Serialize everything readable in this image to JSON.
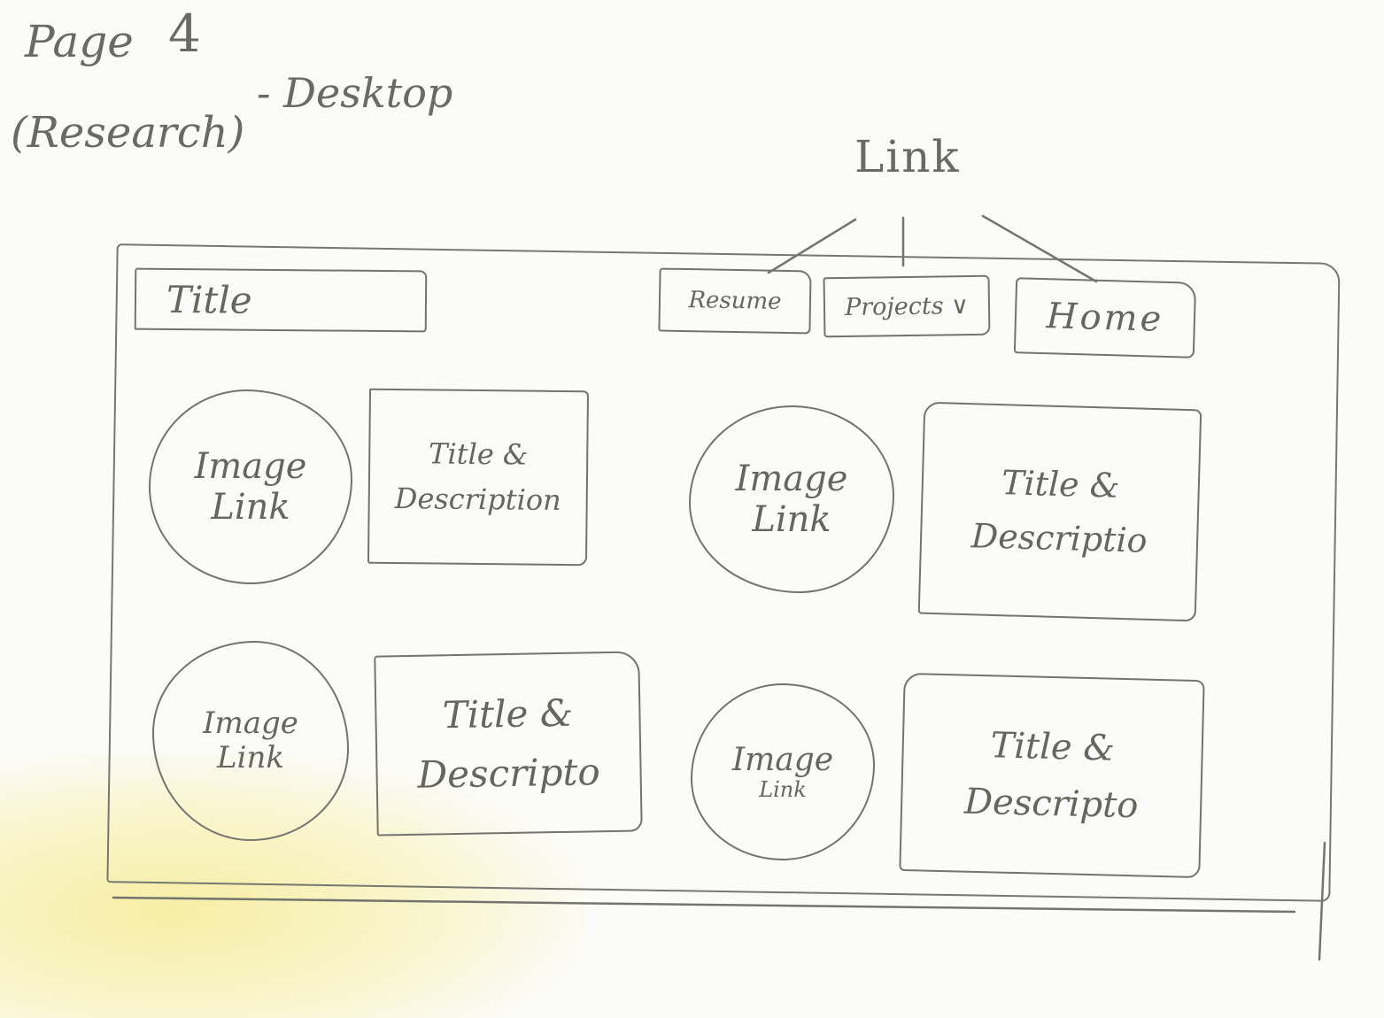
{
  "heading": {
    "page_label": "Page",
    "page_number": "4",
    "section": "(Research)",
    "variant": "- Desktop"
  },
  "annotation": {
    "link_label": "Link"
  },
  "header": {
    "title_placeholder": "Title"
  },
  "nav": {
    "items": [
      {
        "label": "Resume"
      },
      {
        "label": "Projects ∨"
      },
      {
        "label": "Home"
      }
    ]
  },
  "cards": [
    {
      "image_line1": "Image",
      "image_line2": "Link",
      "text_line1": "Title &",
      "text_line2": "Description"
    },
    {
      "image_line1": "Image",
      "image_line2": "Link",
      "text_line1": "Title &",
      "text_line2": "Descriptio"
    },
    {
      "image_line1": "Image",
      "image_line2": "Link",
      "text_line1": "Title &",
      "text_line2": "Descripto"
    },
    {
      "image_line1": "Image",
      "image_line2": "Link",
      "text_line1": "Title &",
      "text_line2": "Descripto"
    }
  ],
  "colors": {
    "pencil": "#74746e",
    "paper": "#fbfbf9",
    "stain": "#f6ec96"
  }
}
